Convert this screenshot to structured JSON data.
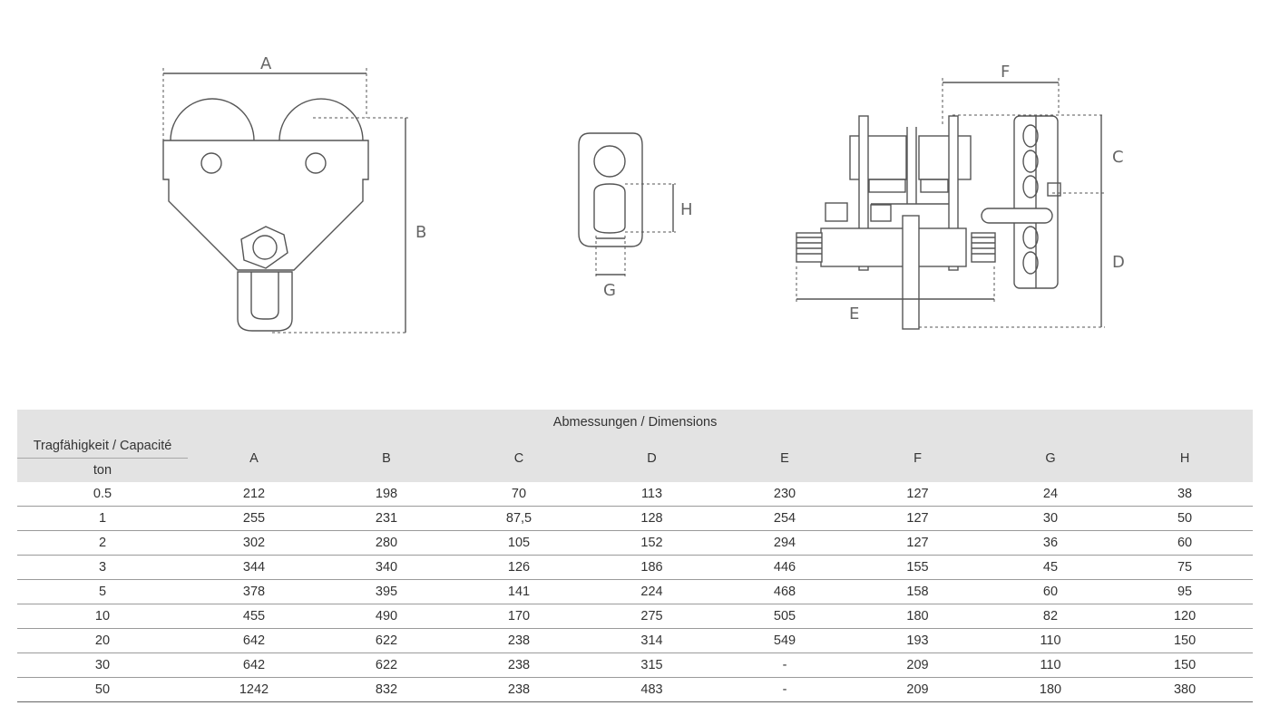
{
  "drawing_labels": {
    "front": {
      "a": "A",
      "b": "B"
    },
    "clamp": {
      "g": "G",
      "h": "H"
    },
    "side": {
      "c": "C",
      "d": "D",
      "e": "E",
      "f": "F"
    }
  },
  "table": {
    "group_header": "Abmessungen / Dimensions",
    "capacity_header": "Tragfähigkeit / Capacité",
    "capacity_unit": "ton",
    "columns": [
      "A",
      "B",
      "C",
      "D",
      "E",
      "F",
      "G",
      "H"
    ],
    "rows": [
      [
        "0.5",
        "212",
        "198",
        "70",
        "113",
        "230",
        "127",
        "24",
        "38"
      ],
      [
        "1",
        "255",
        "231",
        "87,5",
        "128",
        "254",
        "127",
        "30",
        "50"
      ],
      [
        "2",
        "302",
        "280",
        "105",
        "152",
        "294",
        "127",
        "36",
        "60"
      ],
      [
        "3",
        "344",
        "340",
        "126",
        "186",
        "446",
        "155",
        "45",
        "75"
      ],
      [
        "5",
        "378",
        "395",
        "141",
        "224",
        "468",
        "158",
        "60",
        "95"
      ],
      [
        "10",
        "455",
        "490",
        "170",
        "275",
        "505",
        "180",
        "82",
        "120"
      ],
      [
        "20",
        "642",
        "622",
        "238",
        "314",
        "549",
        "193",
        "110",
        "150"
      ],
      [
        "30",
        "642",
        "622",
        "238",
        "315",
        "-",
        "209",
        "110",
        "150"
      ],
      [
        "50",
        "1242",
        "832",
        "238",
        "483",
        "-",
        "209",
        "180",
        "380"
      ]
    ]
  },
  "colors": {
    "header_bg": "#e3e3e3",
    "drawing_stroke": "#555555",
    "grid_line": "#9a9a9a"
  }
}
